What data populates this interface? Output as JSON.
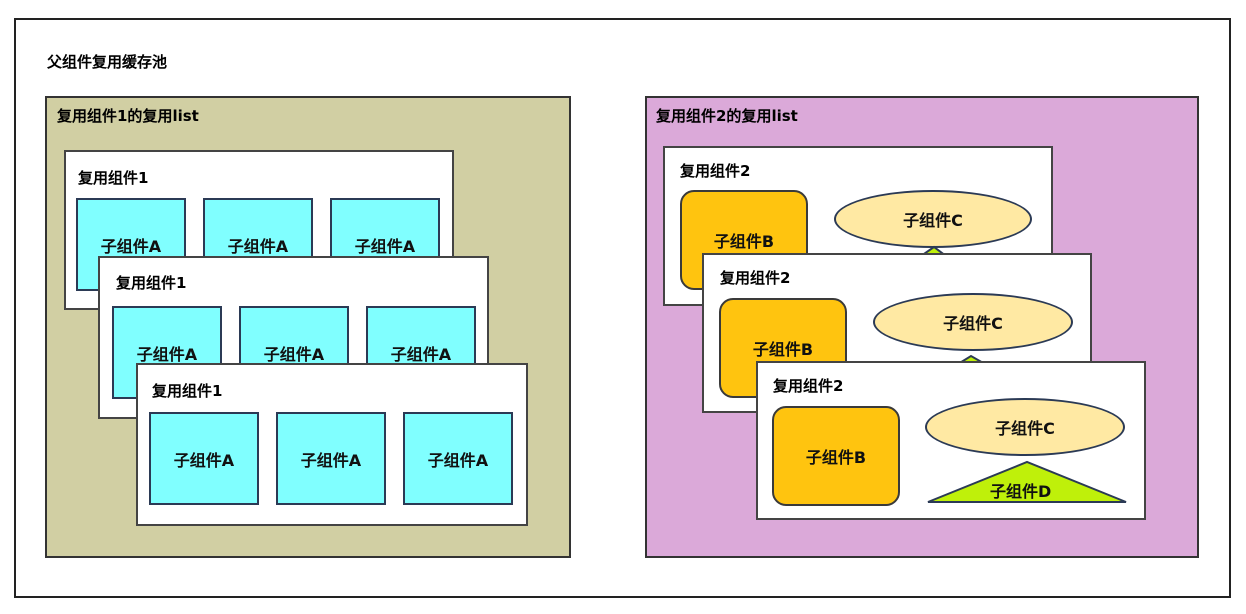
{
  "title": "父组件复用缓存池",
  "list1": {
    "title": "复用组件1的复用list",
    "bg": "#d1cfa3",
    "card_title": "复用组件1",
    "child_label": "子组件A",
    "child_color": "#80ffff"
  },
  "list2": {
    "title": "复用组件2的复用list",
    "bg": "#dba9d9",
    "card_title": "复用组件2",
    "child_b": "子组件B",
    "child_c": "子组件C",
    "child_d": "子组件D",
    "child_b_color": "#ffc40f",
    "child_c_color": "#ffe9a3",
    "child_d_color": "#bff00a"
  }
}
